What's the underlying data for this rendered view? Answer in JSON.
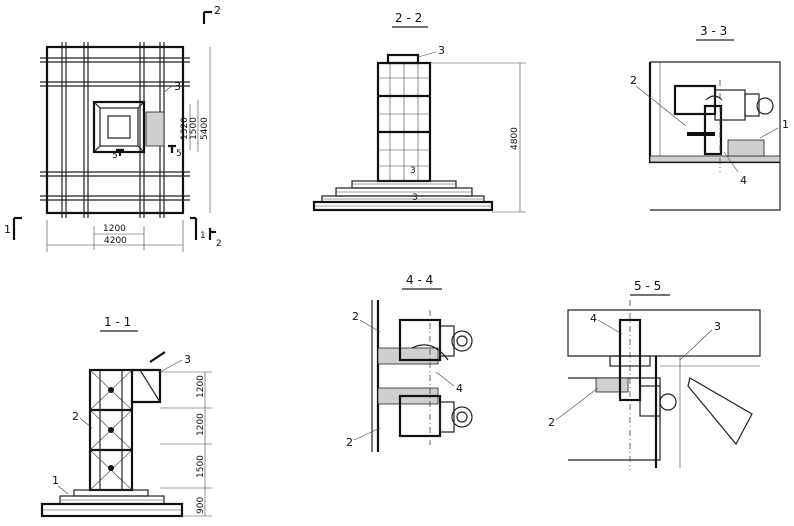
{
  "sections": {
    "plan": {
      "section_mark_top": "2",
      "section_mark_left": "1",
      "section_mark_br_a": "1",
      "section_mark_br_b": "2",
      "callout_3": "3",
      "section_mark_5": "5",
      "section_mark_5b": "5",
      "dim_1200": "1200",
      "dim_4200": "4200",
      "dim_1320": "1320",
      "dim_1500": "1500",
      "dim_5400": "5400"
    },
    "s22": {
      "title": "2 - 2",
      "callout_3a": "3",
      "callout_3b": "3",
      "callout_3c": "3",
      "dim_4800": "4800"
    },
    "s33": {
      "title": "3 - 3",
      "callout_1": "1",
      "callout_2": "2",
      "callout_4": "4"
    },
    "s11": {
      "title": "1 - 1",
      "callout_1": "1",
      "callout_2": "2",
      "callout_3": "3",
      "dim_a": "1200",
      "dim_b": "1200",
      "dim_c": "1500",
      "dim_d": "900"
    },
    "s44": {
      "title": "4 - 4",
      "callout_2a": "2",
      "callout_2b": "2",
      "callout_4": "4"
    },
    "s55": {
      "title": "5 - 5",
      "callout_2": "2",
      "callout_3": "3",
      "callout_4": "4"
    }
  }
}
